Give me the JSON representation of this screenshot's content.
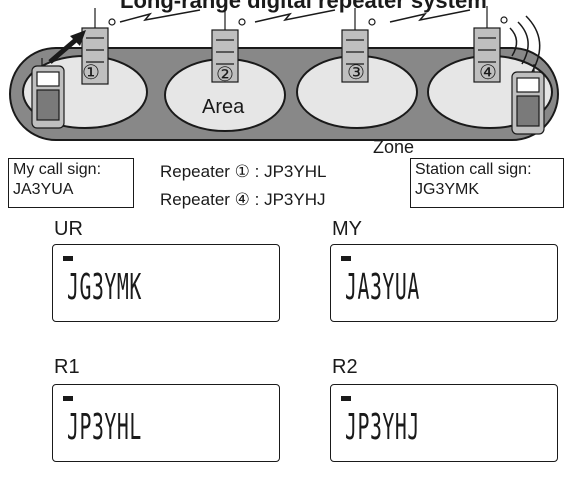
{
  "diagram": {
    "header_text": "Long-range digital repeater system",
    "area_label": "Area",
    "zone_label": "Zone",
    "area_numbers": [
      "①",
      "②",
      "③",
      "④"
    ],
    "my_call": {
      "line1": "My call sign:",
      "line2": "JA3YUA"
    },
    "station_call": {
      "line1": "Station call sign:",
      "line2": "JG3YMK"
    },
    "repeater_1": "Repeater ① : JP3YHL",
    "repeater_4": "Repeater ④ : JP3YHJ"
  },
  "displays": [
    {
      "title": "UR",
      "text": "JG3YMK"
    },
    {
      "title": "MY",
      "text": "JA3YUA"
    },
    {
      "title": "R1",
      "text": "JP3YHL"
    },
    {
      "title": "R2",
      "text": "JP3YHJ"
    }
  ]
}
